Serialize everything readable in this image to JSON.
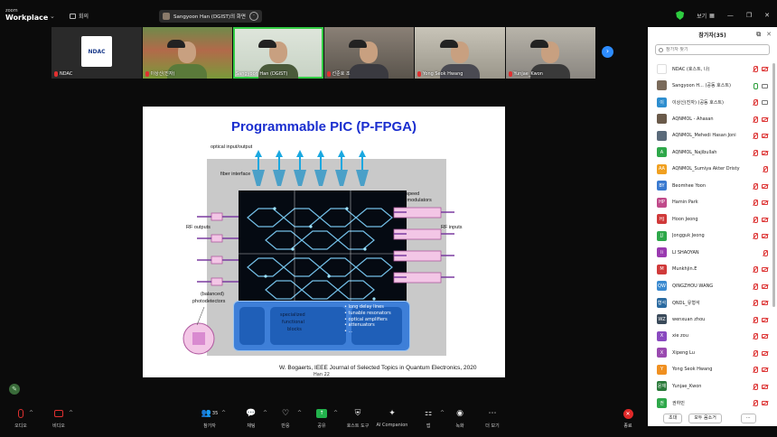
{
  "app": {
    "brand_line1": "zoom",
    "brand_line2": "Workplace",
    "meeting_tab": "회의"
  },
  "share_indicator": {
    "label": "Sangyoon Han (DGIST)의 화면"
  },
  "topbar": {
    "view_label": "보기"
  },
  "thumbnails": [
    {
      "name": "NDAC",
      "logo": "NDAC"
    },
    {
      "name": "이상신(진자)"
    },
    {
      "name": "Sangyoon Han (DGIST)"
    },
    {
      "name": "선준호 조"
    },
    {
      "name": "Yong Seok Hwang"
    },
    {
      "name": "Yunjae_Kwon"
    }
  ],
  "slide": {
    "title": "Programmable PIC (P-FPGA)",
    "labels": {
      "optical_io": "optical input/output",
      "fiber": "fiber interface",
      "rf_outputs": "RF outputs",
      "rf_inputs": "RF inputs",
      "hs_mod_1": "high-speed",
      "hs_mod_2": "phase modulators",
      "balanced": "(balanced)",
      "photodetectors": "photodetectors",
      "specialized_1": "specialized",
      "specialized_2": "functional",
      "specialized_3": "blocks"
    },
    "functional_list": [
      "long delay lines",
      "tunable resonators",
      "optical amplifiers",
      "attenuators",
      "..."
    ],
    "citation": "W. Bogaerts, IEEE Journal of Selected Topics in Quantum Electronics, 2020",
    "slide_number": "Han 22"
  },
  "panel": {
    "title": "참가자(35)",
    "search_placeholder": "참가자 찾기",
    "participants": [
      {
        "name": "NDAC (호스트, 나)",
        "avatar": "",
        "color": "#ffffff",
        "mic": "off",
        "cam": "off"
      },
      {
        "name": "Sangyoon H... (공동 호스트)",
        "avatar": "",
        "color": "#7a6a5a",
        "mic": "on",
        "cam": "on"
      },
      {
        "name": "이상신(진자) (공동 호스트)",
        "avatar": "이",
        "color": "#2e8ecf",
        "mic": "off",
        "cam": "on"
      },
      {
        "name": "AQNMOL - Ahasan",
        "avatar": "",
        "color": "#6a5a4a",
        "mic": "off",
        "cam": "off"
      },
      {
        "name": "AQNMOL_Mehedi Hasan Joni",
        "avatar": "",
        "color": "#5a6a7a",
        "mic": "off",
        "cam": "off"
      },
      {
        "name": "AQNMOL_Najibullah",
        "avatar": "A",
        "color": "#2ea84a",
        "mic": "off",
        "cam": "off"
      },
      {
        "name": "AQNMOL_Sumiya Akter Dristy",
        "avatar": "AA",
        "color": "#f0a020",
        "mic": "off",
        "cam": "none"
      },
      {
        "name": "Beomhee Yoon",
        "avatar": "BY",
        "color": "#3a7ad0",
        "mic": "off",
        "cam": "off"
      },
      {
        "name": "Hamin Park",
        "avatar": "HP",
        "color": "#c04a8a",
        "mic": "off",
        "cam": "off"
      },
      {
        "name": "Hoon Jeong",
        "avatar": "HJ",
        "color": "#d03a3a",
        "mic": "off",
        "cam": "off"
      },
      {
        "name": "Jongguk Jeong",
        "avatar": "JJ",
        "color": "#2ea84a",
        "mic": "off",
        "cam": "off"
      },
      {
        "name": "LI SHAOYAN",
        "avatar": "li",
        "color": "#9a3ab0",
        "mic": "off",
        "cam": "none"
      },
      {
        "name": "Munkhjin.E",
        "avatar": "M",
        "color": "#d03a3a",
        "mic": "off",
        "cam": "off"
      },
      {
        "name": "QINGZHOU WANG",
        "avatar": "QW",
        "color": "#3a8ad0",
        "mic": "off",
        "cam": "off"
      },
      {
        "name": "QNDL_유형석",
        "avatar": "형석",
        "color": "#2a6aa0",
        "mic": "off",
        "cam": "off"
      },
      {
        "name": "wenxuan zhou",
        "avatar": "WZ",
        "color": "#3a4a5a",
        "mic": "off",
        "cam": "off"
      },
      {
        "name": "xie zou",
        "avatar": "X",
        "color": "#8a4ac0",
        "mic": "off",
        "cam": "off"
      },
      {
        "name": "Xipeng Lu",
        "avatar": "X",
        "color": "#9a4ab0",
        "mic": "off",
        "cam": "off"
      },
      {
        "name": "Yong Seok Hwang",
        "avatar": "Y",
        "color": "#f09020",
        "mic": "off",
        "cam": "off"
      },
      {
        "name": "Yunjae_Kwon",
        "avatar": "윤재",
        "color": "#2a7a3a",
        "mic": "off",
        "cam": "off"
      },
      {
        "name": "권하민",
        "avatar": "권",
        "color": "#2ea84a",
        "mic": "off",
        "cam": "off"
      }
    ],
    "invite_label": "초대",
    "mute_all_label": "모두 음소거",
    "more_label": "···"
  },
  "toolbar": {
    "audio": "오디오",
    "video": "비디오",
    "participants": "참가자",
    "participants_count": "35",
    "chat": "채팅",
    "react": "반응",
    "share": "공유",
    "host_tools": "호스트 도구",
    "ai": "AI Companion",
    "apps": "앱",
    "record": "녹화",
    "more": "더 보기",
    "end": "종료"
  }
}
